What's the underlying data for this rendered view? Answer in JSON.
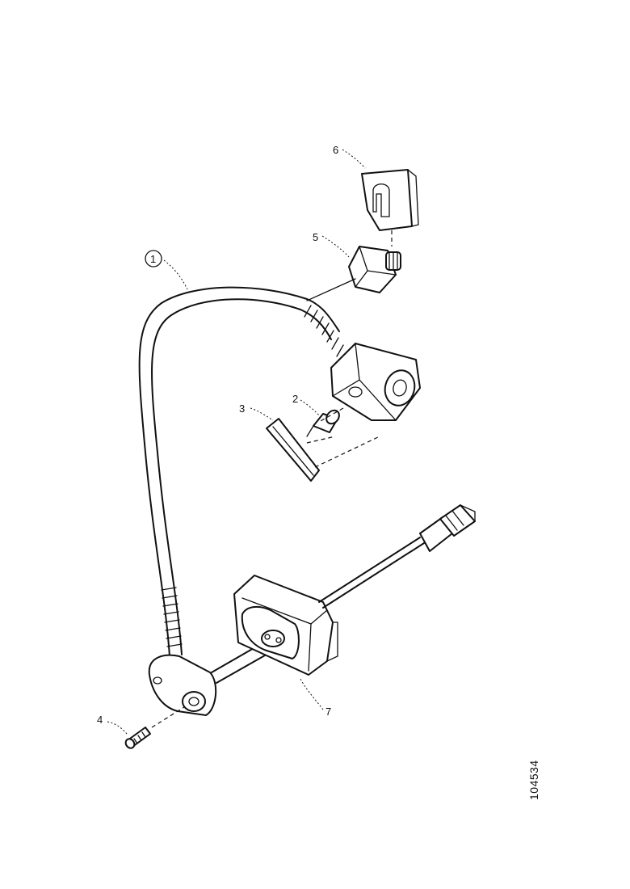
{
  "diagram": {
    "callouts": {
      "p1": "1",
      "p2": "2",
      "p3": "3",
      "p4": "4",
      "p5": "5",
      "p6": "6",
      "p7": "7"
    },
    "reference_number": "104534"
  }
}
